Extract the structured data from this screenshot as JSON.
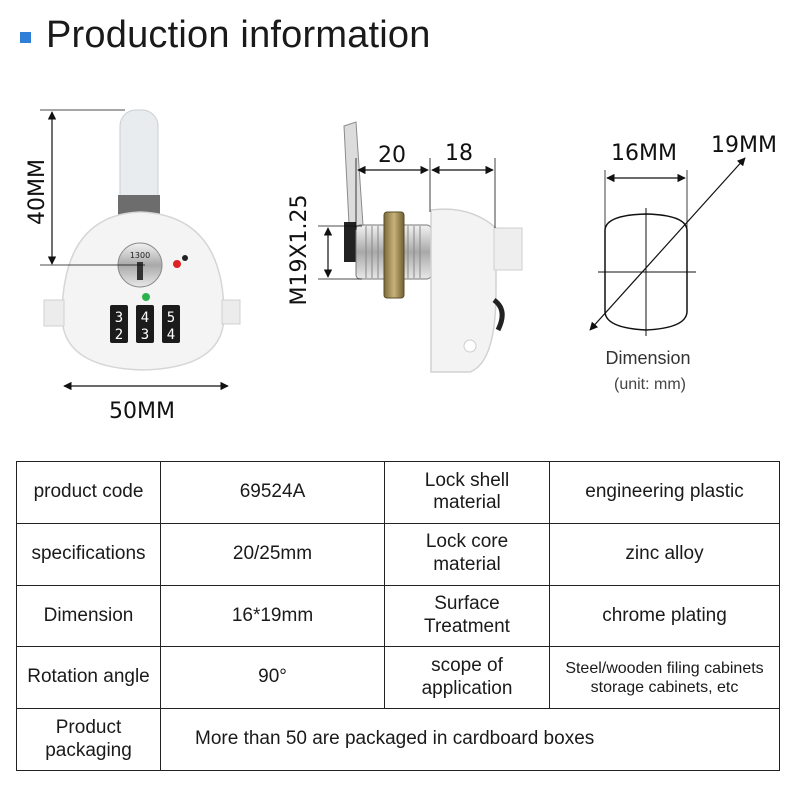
{
  "header": {
    "title": "Production information"
  },
  "diagram": {
    "height_label": "40MM",
    "width_label": "50MM",
    "dial_digits": [
      "3",
      "4",
      "5",
      "2",
      "3",
      "4"
    ],
    "key_number": "1300",
    "dim_a": "20",
    "dim_b": "18",
    "thread_label": "M19X1.25",
    "dim_16": "16MM",
    "dim_19": "19MM",
    "dimension_label": "Dimension",
    "unit_label": "(unit: mm)"
  },
  "table": {
    "rows": [
      {
        "k1": "product code",
        "v1": "69524A",
        "k2": [
          "Lock shell",
          "material"
        ],
        "v2": [
          "engineering plastic"
        ]
      },
      {
        "k1": "specifications",
        "v1": "20/25mm",
        "k2": [
          "Lock core",
          "material"
        ],
        "v2": [
          "zinc alloy"
        ]
      },
      {
        "k1": "Dimension",
        "v1": "16*19mm",
        "k2": [
          "Surface",
          "Treatment"
        ],
        "v2": [
          "chrome plating"
        ]
      },
      {
        "k1": "Rotation angle",
        "v1": "90°",
        "k2": [
          "scope of",
          "application"
        ],
        "v2": [
          "Steel/wooden filing cabinets",
          "storage cabinets, etc"
        ]
      }
    ],
    "packaging": {
      "label": [
        "Product",
        "packaging"
      ],
      "value": "More than 50 are packaged in cardboard boxes"
    }
  }
}
